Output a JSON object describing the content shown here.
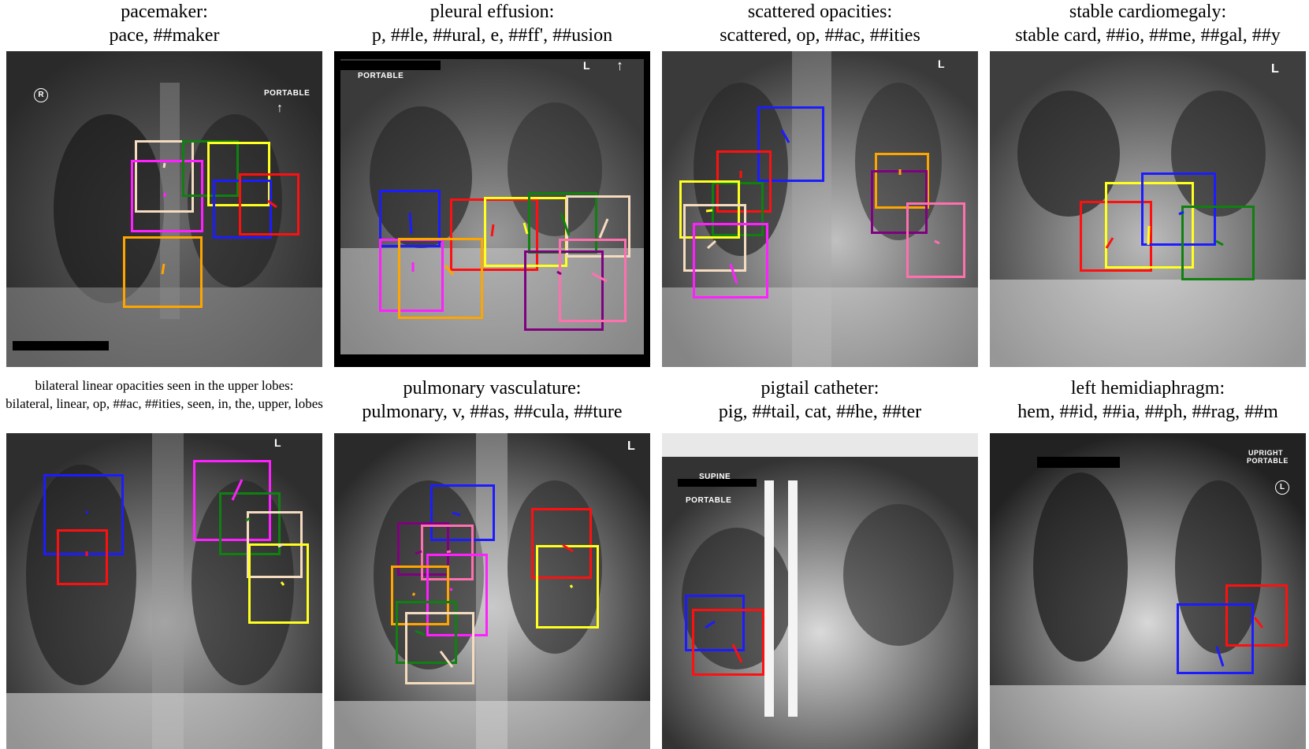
{
  "colors": {
    "blue": "#1c1cff",
    "red": "#ff1010",
    "yellow": "#ffff20",
    "green": "#108010",
    "orange": "#ffa500",
    "magenta": "#ff20ff",
    "beige": "#f5dcc0",
    "purple": "#800080",
    "pink": "#ff70b0"
  },
  "panels": [
    {
      "title": "pacemaker:",
      "tokens": "pace, ##maker",
      "labels": [
        "PORTABLE",
        "R"
      ]
    },
    {
      "title": "pleural effusion:",
      "tokens": "p, ##le, ##ural, e, ##ff', ##usion",
      "labels": [
        "PORTABLE",
        "L"
      ]
    },
    {
      "title": "scattered opacities:",
      "tokens": "scattered, op, ##ac, ##ities",
      "labels": [
        "L"
      ]
    },
    {
      "title": "stable cardiomegaly:",
      "tokens": "stable card, ##io, ##me, ##gal, ##y",
      "labels": [
        "L"
      ]
    },
    {
      "title": "bilateral linear opacities seen in the upper lobes:",
      "tokens": "bilateral, linear, op, ##ac, ##ities, seen, in, the, upper, lobes",
      "labels": [
        "L"
      ]
    },
    {
      "title": "pulmonary vasculature:",
      "tokens": "pulmonary, v, ##as, ##cula, ##ture",
      "labels": [
        "L"
      ]
    },
    {
      "title": "pigtail catheter:",
      "tokens": "pig, ##tail, cat, ##he, ##ter",
      "labels": [
        "SUPINE",
        "PORTABLE"
      ]
    },
    {
      "title": "left hemidiaphragm:",
      "tokens": "hem, ##id, ##ia, ##ph, ##rag, ##m",
      "labels": [
        "UPRIGHT",
        "PORTABLE",
        "L"
      ]
    }
  ]
}
